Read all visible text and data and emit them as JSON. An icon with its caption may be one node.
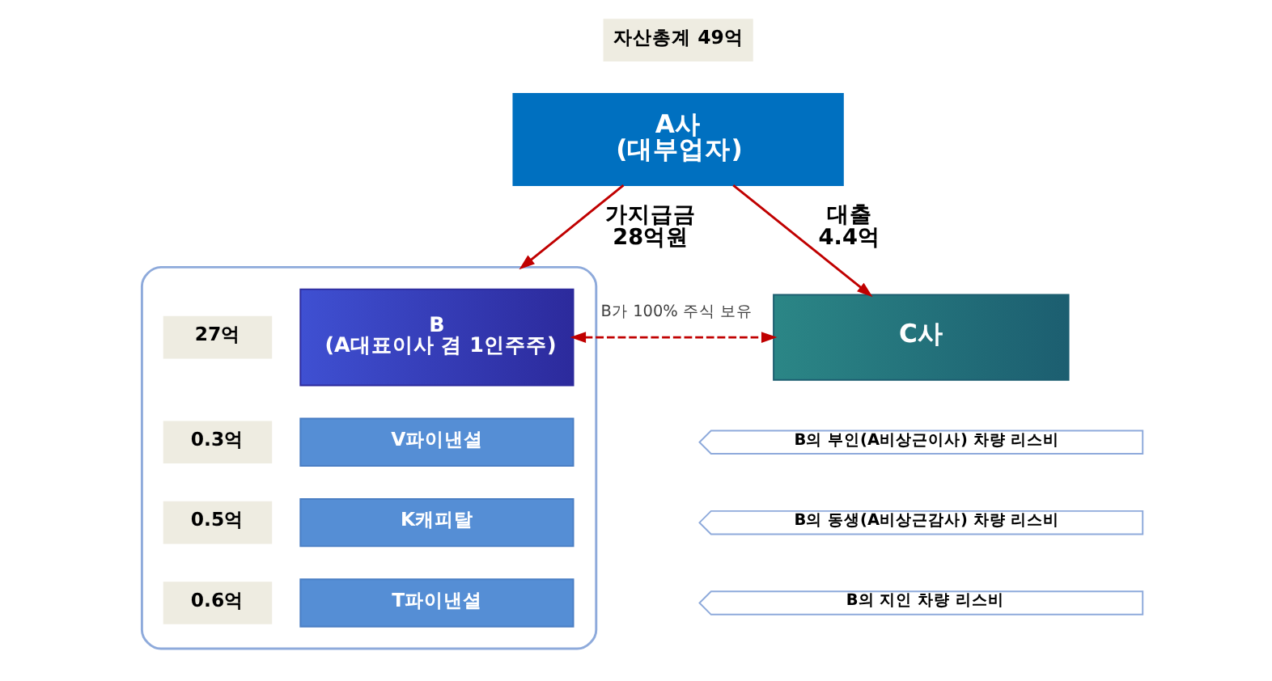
{
  "diagram": {
    "nodes": [
      {
        "text": [
          "자산총계 49억"
        ]
      },
      {
        "text": [
          "A사",
          "(대부업자)"
        ]
      },
      {
        "text": [],
        "shape": "box"
      },
      {
        "text": [
          "27억"
        ],
        "in": 2
      },
      {
        "text": [
          "B",
          "(A대표이사 겸 1인주주)"
        ],
        "in": 2
      },
      {
        "text": [
          "C사"
        ]
      },
      {
        "text": [
          "0.3억"
        ],
        "in": 2
      },
      {
        "text": [
          "V파이낸셜"
        ],
        "in": 2
      },
      {
        "text": [
          "B의 부인(A비상근이사) 차량 리스비"
        ]
      },
      {
        "text": [
          "0.5억"
        ],
        "in": 2
      },
      {
        "text": [
          "K캐피탈"
        ],
        "in": 2
      },
      {
        "text": [
          "B의 동생(A비상근감사) 차량 리스비"
        ]
      },
      {
        "text": [
          "0.6억"
        ],
        "in": 2
      },
      {
        "text": [
          "T파이낸셜"
        ],
        "in": 2
      },
      {
        "text": [
          "B의 지인 차량 리스비"
        ]
      }
    ],
    "edges": [
      {
        "from": 1,
        "to": 2,
        "arrow": "to",
        "label": "가지급금 28억원"
      },
      {
        "from": 1,
        "to": 5,
        "arrow": "to",
        "label": "대출 4.4억"
      },
      {
        "from": 4,
        "to": 5,
        "arrow": "both",
        "style": "dashed",
        "label": "B가 100% 주식 보유"
      }
    ]
  }
}
